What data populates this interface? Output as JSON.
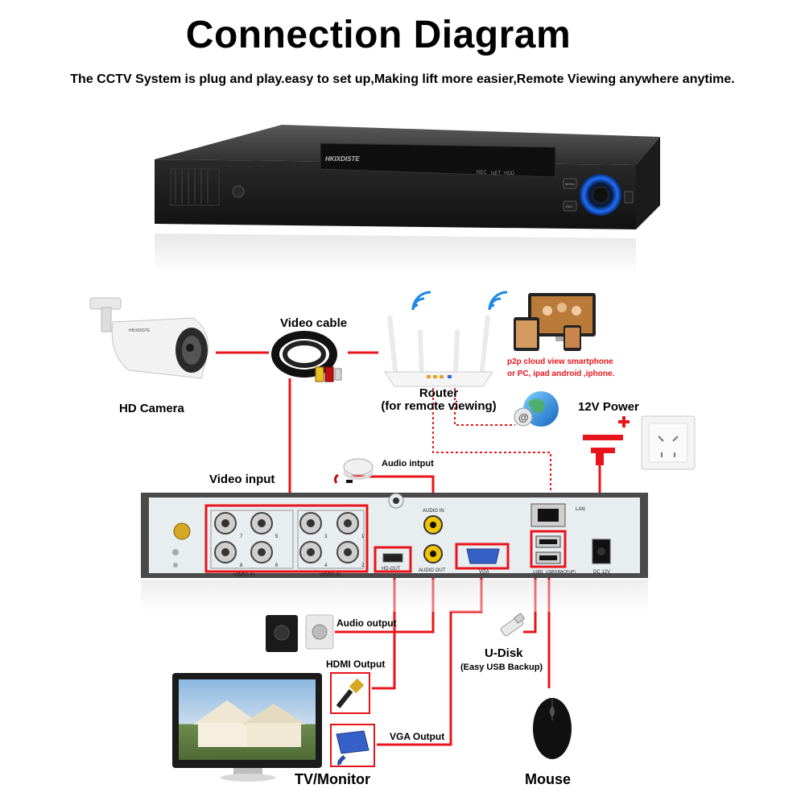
{
  "title": "Connection Diagram",
  "subtitle": "The CCTV System is plug and play.easy to set up,Making lift more easier,Remote Viewing anywhere anytime.",
  "dvr_front": {
    "brand": "HKIXDISTE",
    "indicators": [
      "REC",
      "NET",
      "HDD"
    ],
    "buttons": [
      "MENU",
      "REC"
    ]
  },
  "camera": {
    "label": "HD Camera",
    "brand": "HKIXDISTE"
  },
  "video_cable": {
    "label": "Video cable"
  },
  "router": {
    "label": "Router",
    "sublabel": "(for remote viewing)"
  },
  "p2p": {
    "line1": "p2p cloud  view smartphone",
    "line2": "or PC, ipad android ,iphone."
  },
  "power": {
    "label": "12V Power"
  },
  "audio_input": {
    "label": "Audio intput"
  },
  "video_input": {
    "label": "Video input"
  },
  "rear_panel": {
    "video_in_label": "VIDEO IN",
    "ports": [
      "HD-OUT",
      "AUDIO IN",
      "AUDIO OUT",
      "VGA",
      "LAN",
      "USB1",
      "USB2(BACKUP)",
      "DC 12V"
    ],
    "channel_numbers": [
      "7",
      "5",
      "3",
      "1",
      "8",
      "6",
      "4",
      "2"
    ]
  },
  "audio_output": {
    "label": "Audio output"
  },
  "hdmi_output": {
    "label": "HDMI Output"
  },
  "vga_output": {
    "label": "VGA Output"
  },
  "udisk": {
    "label": "U-Disk",
    "sublabel": "(Easy USB Backup)"
  },
  "tv": {
    "label": "TV/Monitor"
  },
  "mouse": {
    "label": "Mouse"
  },
  "colors": {
    "wire": "#e8141b",
    "panel": "#4a4a4a",
    "panel_light": "#e8edf0"
  }
}
